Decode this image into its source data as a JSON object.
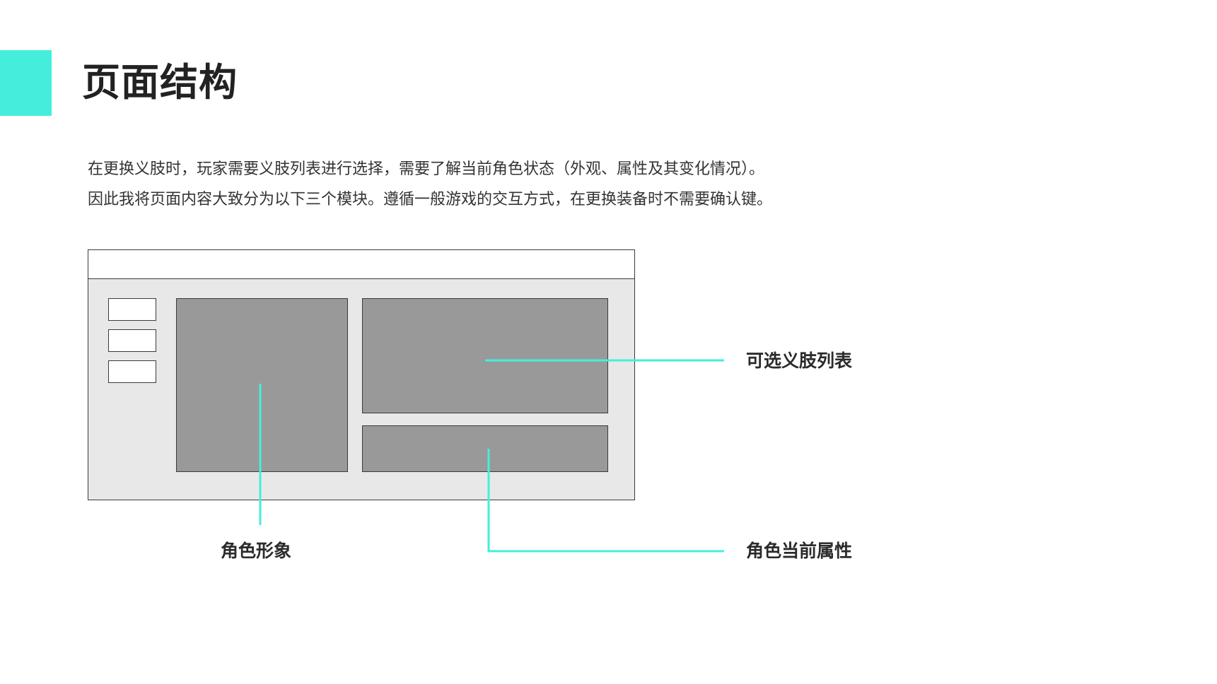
{
  "title": "页面结构",
  "intro": {
    "line1": "在更换义肢时，玩家需要义肢列表进行选择，需要了解当前角色状态（外观、属性及其变化情况）。",
    "line2": "因此我将页面内容大致分为以下三个模块。遵循一般游戏的交互方式，在更换装备时不需要确认键。"
  },
  "callouts": {
    "limb_list": "可选义肢列表",
    "character_image": "角色形象",
    "character_attributes": "角色当前属性"
  },
  "colors": {
    "accent": "#45eedc",
    "wireframe_bg": "#e8e8e8",
    "panel_fill": "#999999",
    "text": "#2b2b2b"
  }
}
